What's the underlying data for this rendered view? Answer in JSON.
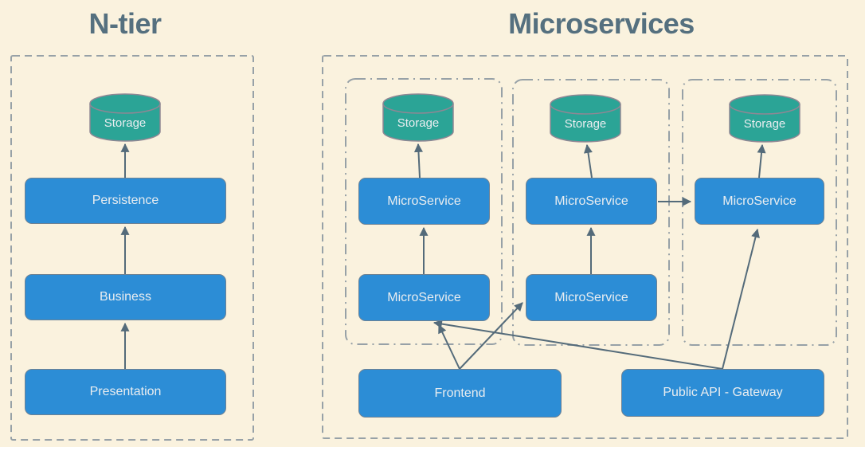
{
  "colors": {
    "background": "#faf2de",
    "node_blue": "#2c8dd6",
    "storage_teal": "#2ba496",
    "cylinder_stroke": "#8f8794",
    "arrow": "#546b7a",
    "border_gray": "#97a1a7",
    "title_text": "#55707f",
    "node_text": "#e9edf0"
  },
  "left_panel": {
    "title": "N-tier",
    "storage": "Storage",
    "tiers": [
      "Persistence",
      "Business",
      "Presentation"
    ]
  },
  "right_panel": {
    "title": "Microservices",
    "groups": [
      {
        "storage": "Storage",
        "services": [
          "MicroService",
          "MicroService"
        ]
      },
      {
        "storage": "Storage",
        "services": [
          "MicroService",
          "MicroService"
        ]
      },
      {
        "storage": "Storage",
        "services": [
          "MicroService"
        ]
      }
    ],
    "frontend": "Frontend",
    "gateway": "Public API - Gateway"
  },
  "edges": [
    {
      "from": "Presentation",
      "to": "Business"
    },
    {
      "from": "Business",
      "to": "Persistence"
    },
    {
      "from": "Persistence",
      "to": "Storage"
    },
    {
      "from": "Group1 MicroService (lower)",
      "to": "Group1 MicroService (upper)"
    },
    {
      "from": "Group1 MicroService (upper)",
      "to": "Group1 Storage"
    },
    {
      "from": "Group2 MicroService (lower)",
      "to": "Group2 MicroService (upper)"
    },
    {
      "from": "Group2 MicroService (upper)",
      "to": "Group2 Storage"
    },
    {
      "from": "Group2 MicroService (upper)",
      "to": "Group3 MicroService"
    },
    {
      "from": "Group3 MicroService",
      "to": "Group3 Storage"
    },
    {
      "from": "Frontend",
      "to": "Group1 MicroService (lower)"
    },
    {
      "from": "Frontend",
      "to": "Group2 MicroService (lower)"
    },
    {
      "from": "Public API - Gateway",
      "to": "Group1 MicroService (lower)"
    },
    {
      "from": "Public API - Gateway",
      "to": "Group3 MicroService"
    }
  ]
}
